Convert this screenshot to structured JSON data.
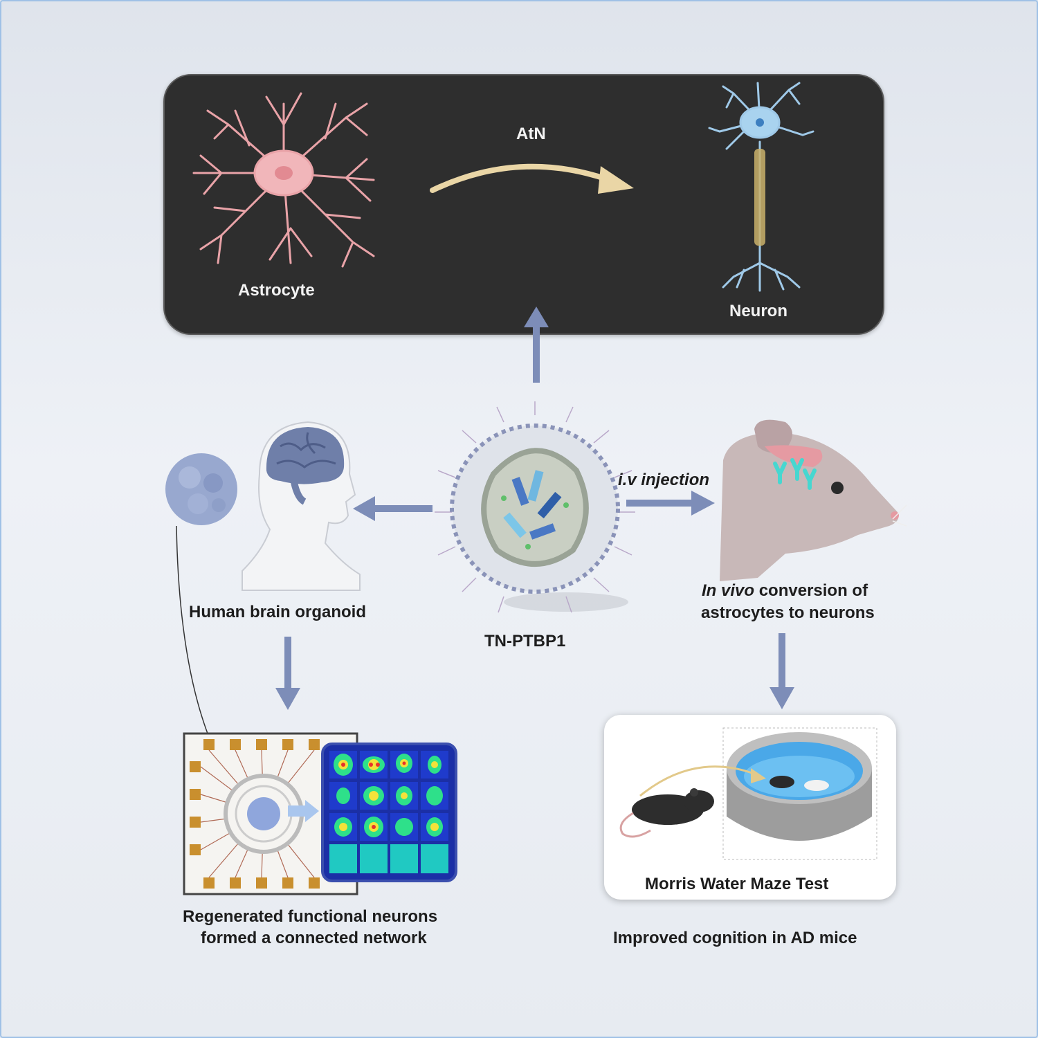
{
  "top_panel": {
    "left_label": "Astrocyte",
    "right_label": "Neuron",
    "arrow_label": "AtN"
  },
  "center": {
    "label": "TN-PTBP1"
  },
  "left_branch": {
    "label": "Human brain organoid",
    "result_line1": "Regenerated functional neurons",
    "result_line2": "formed a connected network"
  },
  "right_branch": {
    "arrow_label": "i.v injection",
    "label_line1_italic": "In vivo",
    "label_line1_rest": " conversion of",
    "label_line2": "astrocytes to neurons",
    "card_label": "Morris Water Maze Test",
    "result": "Improved cognition in AD mice"
  },
  "colors": {
    "arrow": "#7d8db8",
    "panel": "#2e2e2e",
    "astrocyte": "#e9a3a8",
    "neuron": "#9fc9e8",
    "atn_arrow": "#ead6a6"
  }
}
